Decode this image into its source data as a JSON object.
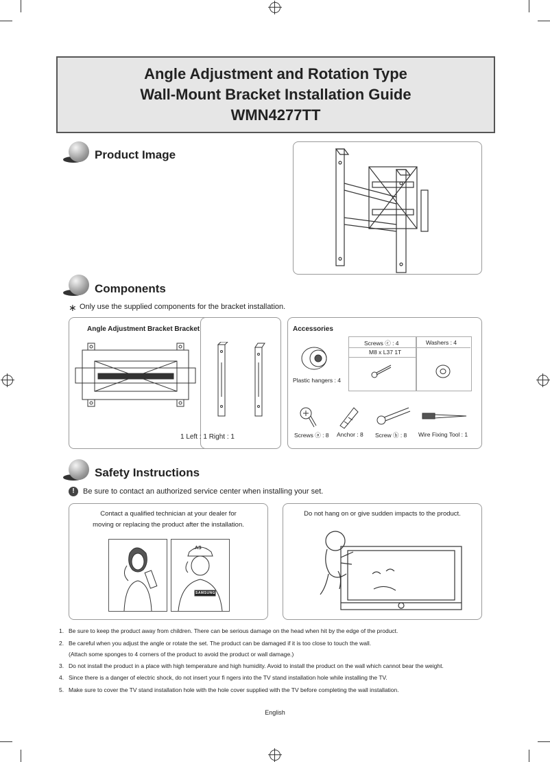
{
  "title": {
    "line1": "Angle Adjustment and Rotation Type",
    "line2": "Wall-Mount Bracket Installation Guide",
    "line3": "WMN4277TT"
  },
  "sections": {
    "product_image": "Product Image",
    "components": "Components",
    "safety": "Safety Instructions"
  },
  "components": {
    "note": "Only use the supplied components for the bracket installation.",
    "bracket_label": "Angle Adjustment Bracket Bracket",
    "left_right": "1 Left : 1 Right : 1",
    "accessories_label": "Accessories",
    "plastic_hangers": "Plastic hangers : 4",
    "screws_c": "Screws ⓒ : 4",
    "screws_c_spec": "M8 x L37 1T",
    "washers": "Washers : 4",
    "screws_a": "Screws ⓐ : 8",
    "anchor": "Anchor : 8",
    "screw_b": "Screw ⓑ : 8",
    "wire_tool": "Wire Fixing Tool : 1"
  },
  "safety": {
    "warning": "Be sure to contact an authorized service center when installing your set.",
    "panel1_line1": "Contact a qualified technician at your dealer for",
    "panel1_line2": "moving or replacing the product after the installation.",
    "panel2_text": "Do not hang on or give sudden impacts to the product.",
    "cap_text": "AS",
    "shirt_text": "SAMSUNG"
  },
  "list": [
    {
      "num": "1.",
      "text": "Be sure to keep the product away from children. There can be serious damage on the head when hit by the edge of the product."
    },
    {
      "num": "2.",
      "text": "Be careful when you adjust the angle or rotate the set. The product can be damaged if it is too close to touch the wall."
    },
    {
      "num": "",
      "text": "(Attach some sponges to 4 corners of the product to avoid the product or wall damage.)"
    },
    {
      "num": "3.",
      "text": "Do not install the product in a place with high temperature and high humidity. Avoid to install the product on the wall which cannot bear the weight."
    },
    {
      "num": "4.",
      "text": "Since there is a danger of electric shock, do not insert your fi ngers into the TV stand installation hole while installing the TV."
    },
    {
      "num": "5.",
      "text": "Make sure to cover the TV stand installation hole with the hole cover supplied with the TV before completing the wall installation."
    }
  ],
  "footer": "English"
}
